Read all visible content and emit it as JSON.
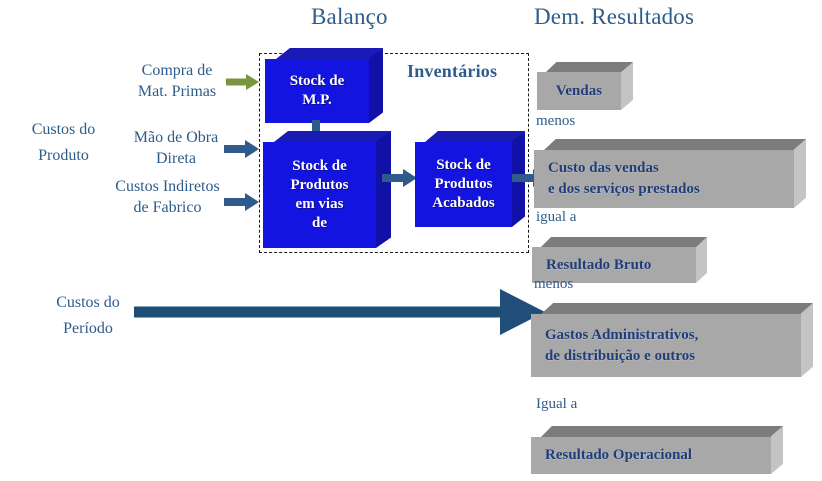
{
  "diagram": {
    "titles": {
      "balance_sheet": "Balanço",
      "income_statement": "Dem. Resultados",
      "inventories": "Inventários"
    },
    "cost_groups": {
      "product_cost": {
        "line1": "Custos do",
        "line2": "Produto"
      },
      "period_cost": {
        "line1": "Custos do",
        "line2": "Período"
      }
    },
    "inputs": [
      {
        "id": "raw-material-purchase",
        "line1": "Compra de",
        "line2": "Mat. Primas",
        "arrow_color": "#7A9540"
      },
      {
        "id": "direct-labor",
        "line1": "Mão de Obra",
        "line2": "Direta",
        "arrow_color": "#2E5B8C"
      },
      {
        "id": "indirect-manufacturing-costs",
        "line1": "Custos Indiretos",
        "line2": "de Fabrico",
        "arrow_color": "#2E5B8C"
      }
    ],
    "stock_boxes": [
      {
        "id": "stock-raw-materials",
        "lines": [
          "Stock de",
          "M.P."
        ]
      },
      {
        "id": "stock-work-in-progress",
        "lines": [
          "Stock de",
          "Produtos",
          "em vias",
          "de"
        ]
      },
      {
        "id": "stock-finished-goods",
        "lines": [
          "Stock de",
          "Produtos",
          "Acabados"
        ]
      }
    ],
    "income_items": [
      {
        "id": "sales",
        "lines": [
          "Vendas"
        ]
      },
      {
        "id": "cost-of-sales",
        "lines": [
          "Custo das vendas",
          " e dos serviços prestados"
        ]
      },
      {
        "id": "gross-profit",
        "lines": [
          "Resultado Bruto"
        ]
      },
      {
        "id": "administrative-expenses",
        "lines": [
          "  Gastos Administrativos,",
          "  de distribuição e outros"
        ]
      },
      {
        "id": "operating-result",
        "lines": [
          "Resultado Operacional"
        ]
      }
    ],
    "connectors": [
      {
        "id": "connector-menos-1",
        "label": "menos"
      },
      {
        "id": "connector-igual-1",
        "label": "igual a"
      },
      {
        "id": "connector-menos-2",
        "label": "menos"
      },
      {
        "id": "connector-igual-2",
        "label": "Igual a"
      }
    ],
    "colors": {
      "title_blue": "#2E5C8A",
      "box_blue_front": "#1414E0",
      "box_blue_top": "#1A1AB4",
      "box_gray_front": "#A8A8A8",
      "box_gray_top": "#7C7C7C",
      "gray_box_text": "#1F3D7A",
      "arrow_navy": "#2E5B8C",
      "arrow_green": "#7A9540",
      "period_arrow": "#1F4E79"
    }
  }
}
